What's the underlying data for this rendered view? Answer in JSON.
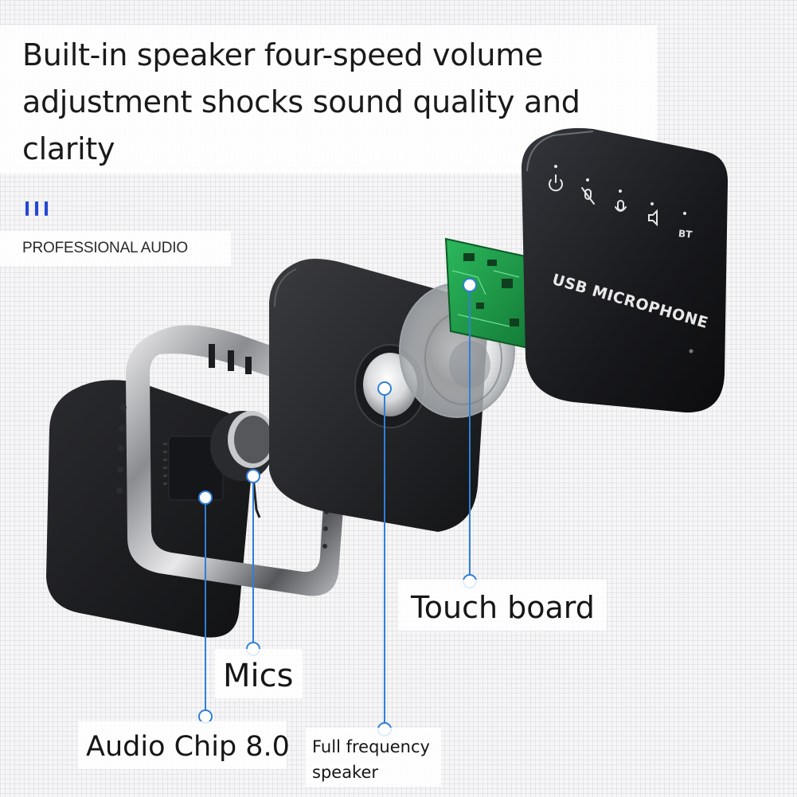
{
  "headline": "Built-in speaker four-speed volume adjustment shocks sound quality and clarity",
  "tagline": "PROFESSIONAL AUDIO",
  "device": {
    "panel_text": "USB MICROPHONE",
    "bt_text": "BT",
    "icons": [
      "power-icon",
      "mic-mute-icon",
      "mic-icon",
      "volume-icon"
    ]
  },
  "callouts": {
    "touch_board": "Touch board",
    "mics": "Mics",
    "audio_chip": "Audio Chip 8.0",
    "speaker": "Full frequency speaker"
  },
  "colors": {
    "accent": "#2346d4",
    "leader_line": "#2f7fd8",
    "device_body": "#1e1f22",
    "pcb": "#1f9a4a"
  }
}
